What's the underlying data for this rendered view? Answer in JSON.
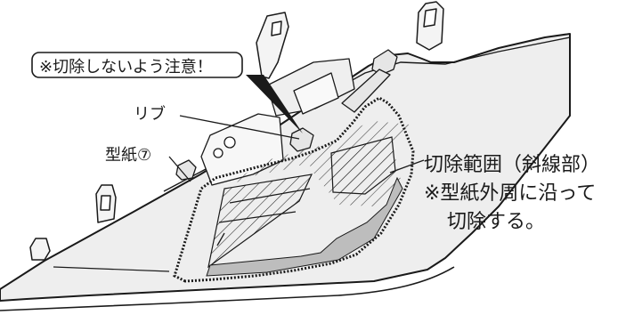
{
  "labels": {
    "caution": "※切除しないよう注意！",
    "rib": "リブ",
    "template": "型紙⑦",
    "cut_area": "切除範囲（斜線部）",
    "note_line1": "※型紙外周に沿って",
    "note_line2": "切除する。"
  }
}
